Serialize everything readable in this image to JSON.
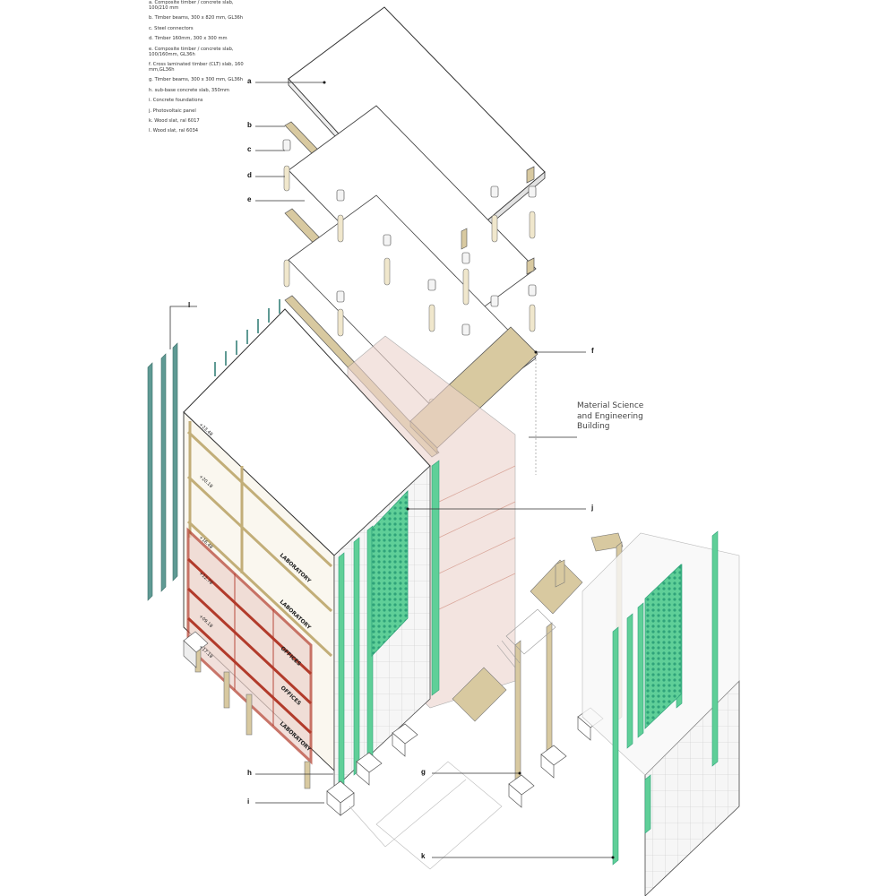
{
  "legend": [
    "a. Composite timber / concrete slab, 100/210 mm",
    "b. Timber beams, 300 x 820 mm, GL36h",
    "c. Steel connectors",
    "d. Timber 160mm, 300 x 300 mm",
    "e. Composite timber / concrete slab, 100/160mm, GL36h",
    "f. Cross laminated timber (CLT) slab, 160 mm,GL36h",
    "g. Timber beams, 300 x 300 mm, GL36h",
    "h. sub-base concrete slab, 350mm",
    "i. Concrete foundations",
    "j. Photovoltaic panel",
    "k. Wood slat, ral 6017",
    "l. Wood slat, ral 6034"
  ],
  "callouts": {
    "a": "a",
    "b": "b",
    "c": "c",
    "d": "d",
    "e": "e",
    "f": "f",
    "g": "g",
    "h": "h",
    "i": "i",
    "j": "j",
    "k": "k",
    "l": "l"
  },
  "building_label": "Material Science and Engineering Building",
  "floor_labels": [
    "LABORATORY",
    "LABORATORY",
    "OFFICES",
    "OFFICES",
    "LABORATORY"
  ],
  "level_labels": [
    "+23.48",
    "+20.18",
    "+16.48",
    "+12.78",
    "+09.18",
    "+17.18"
  ],
  "colors": {
    "timber": "#d8c9a0",
    "timber_dark": "#c2ae78",
    "pv_green": "#5fcf98",
    "pv_dark": "#2fa37a",
    "slat_teal": "#5f9a94",
    "red_frame": "#b23b2b",
    "pink_wall": "#ecd3cc",
    "line": "#333333"
  }
}
